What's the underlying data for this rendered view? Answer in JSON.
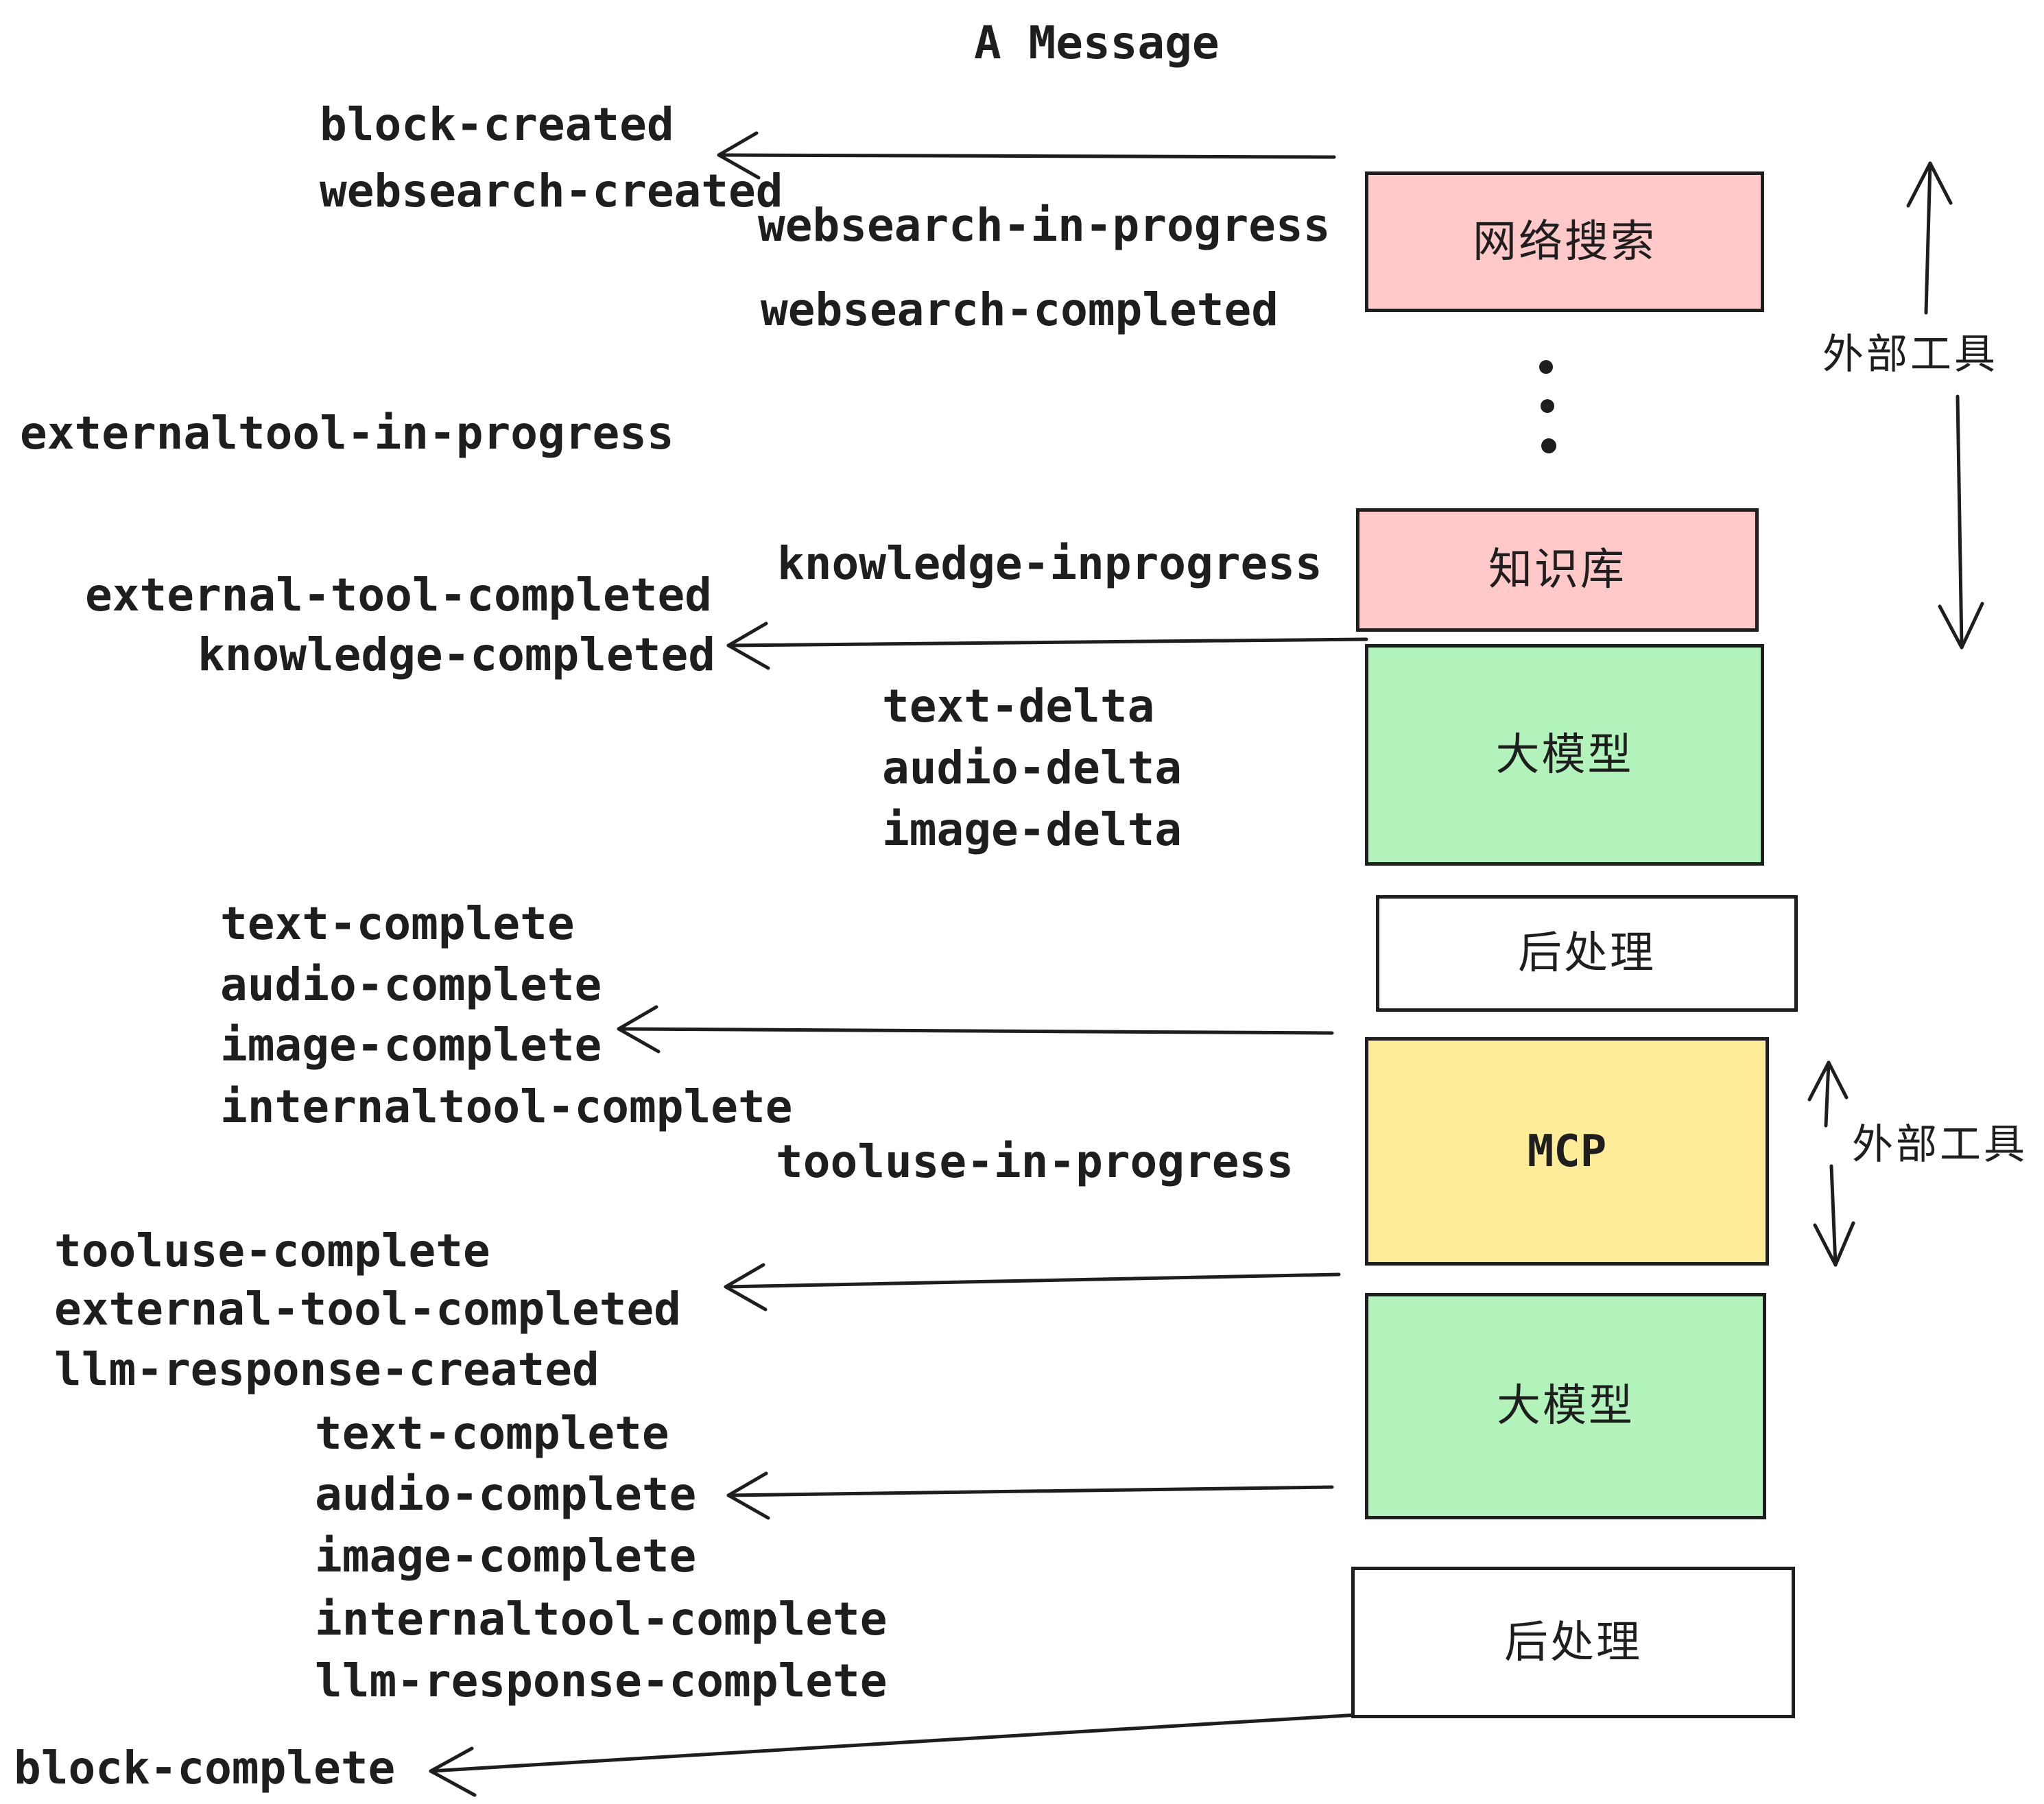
{
  "title": "A Message",
  "colors": {
    "background": "#ffffff",
    "stroke": "#1e1e1e",
    "box_pink": "#ffc9c9",
    "box_green": "#b2f2bb",
    "box_yellow": "#ffec99",
    "box_white": "#ffffff"
  },
  "boxes": [
    {
      "id": "websearch",
      "label": "网络搜索",
      "fill": "#ffc9c9"
    },
    {
      "id": "knowledge",
      "label": "知识库",
      "fill": "#ffc9c9"
    },
    {
      "id": "llm-1",
      "label": "大模型",
      "fill": "#b2f2bb"
    },
    {
      "id": "postprocess-1",
      "label": "后处理",
      "fill": "#ffffff"
    },
    {
      "id": "mcp",
      "label": "MCP",
      "fill": "#ffec99"
    },
    {
      "id": "llm-2",
      "label": "大模型",
      "fill": "#b2f2bb"
    },
    {
      "id": "postprocess-2",
      "label": "后处理",
      "fill": "#ffffff"
    }
  ],
  "side_labels": [
    {
      "id": "external-tools-1",
      "text": "外部工具"
    },
    {
      "id": "external-tools-2",
      "text": "外部工具"
    }
  ],
  "events": [
    {
      "id": "block-created",
      "text": "block-created"
    },
    {
      "id": "websearch-created",
      "text": "websearch-created"
    },
    {
      "id": "websearch-in-progress",
      "text": "websearch-in-progress"
    },
    {
      "id": "websearch-completed",
      "text": "websearch-completed"
    },
    {
      "id": "externaltool-in-progress",
      "text": "externaltool-in-progress"
    },
    {
      "id": "knowledge-inprogress",
      "text": "knowledge-inprogress"
    },
    {
      "id": "external-tool-completed-1",
      "text": "external-tool-completed"
    },
    {
      "id": "knowledge-completed",
      "text": "knowledge-completed"
    },
    {
      "id": "text-delta-1",
      "text": "text-delta"
    },
    {
      "id": "audio-delta-1",
      "text": "audio-delta"
    },
    {
      "id": "image-delta-1",
      "text": "image-delta"
    },
    {
      "id": "text-complete-1",
      "text": "text-complete"
    },
    {
      "id": "audio-complete-1",
      "text": "audio-complete"
    },
    {
      "id": "image-complete-1",
      "text": "image-complete"
    },
    {
      "id": "internaltool-complete-1",
      "text": "internaltool-complete"
    },
    {
      "id": "tooluse-in-progress",
      "text": "tooluse-in-progress"
    },
    {
      "id": "tooluse-complete",
      "text": "tooluse-complete"
    },
    {
      "id": "external-tool-completed-2",
      "text": "external-tool-completed"
    },
    {
      "id": "llm-response-created",
      "text": "llm-response-created"
    },
    {
      "id": "text-complete-2",
      "text": "text-complete"
    },
    {
      "id": "audio-complete-2",
      "text": "audio-complete"
    },
    {
      "id": "image-complete-2",
      "text": "image-complete"
    },
    {
      "id": "internaltool-complete-2",
      "text": "internaltool-complete"
    },
    {
      "id": "llm-response-complete",
      "text": "llm-response-complete"
    },
    {
      "id": "block-complete",
      "text": "block-complete"
    }
  ]
}
